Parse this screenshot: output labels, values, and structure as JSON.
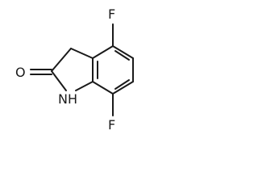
{
  "atoms": {
    "fluorine_top": "F",
    "fluorine_bottom": "F",
    "oxygen": "O",
    "nitrogen_h": "NH"
  },
  "colors": {
    "ink": "#1a1a1a",
    "background": "#ffffff"
  }
}
